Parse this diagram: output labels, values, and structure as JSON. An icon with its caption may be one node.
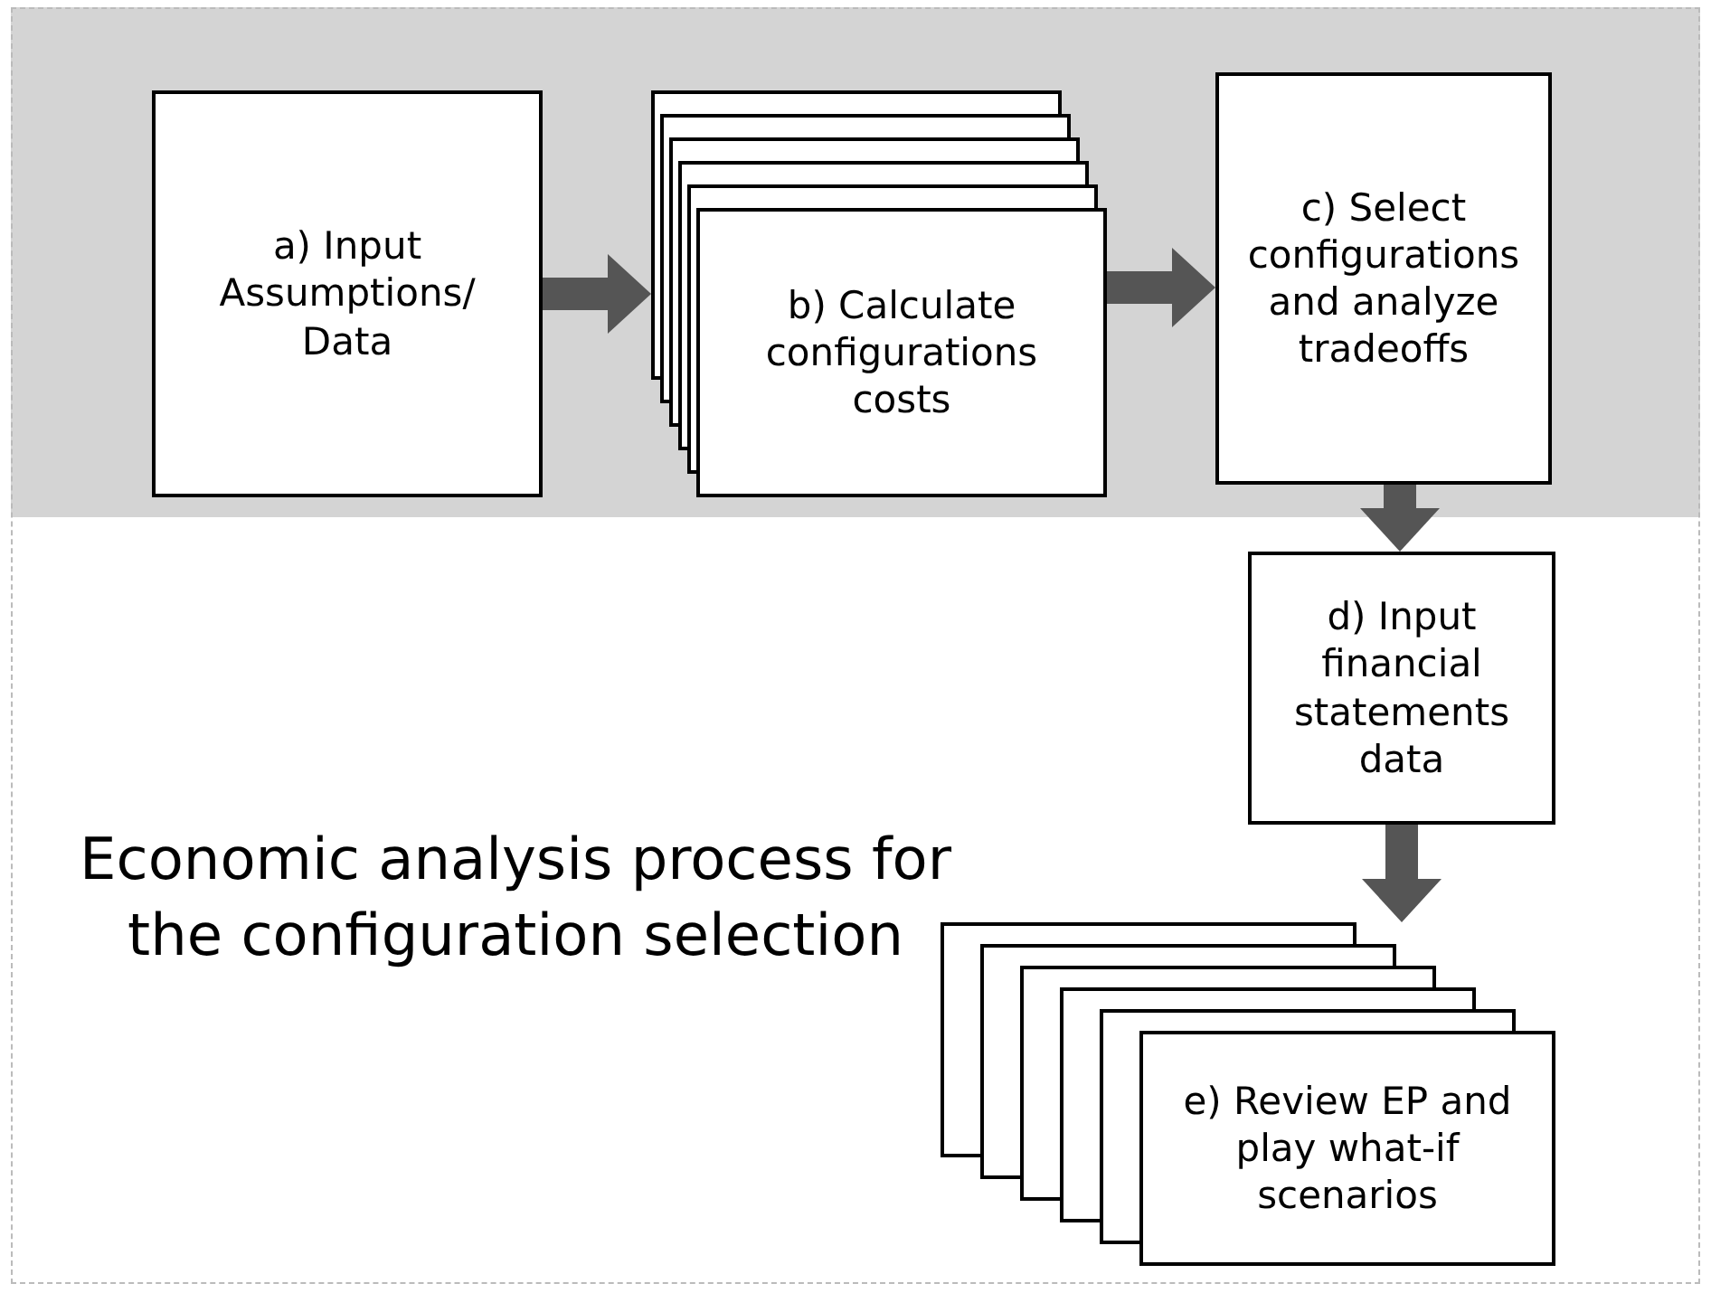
{
  "diagram": {
    "title": "Economic analysis process for the configuration selection",
    "nodes": [
      {
        "text": [
          "a) Input Assumptions/ Data"
        ]
      },
      {
        "text": [
          "b) Calculate configurations costs"
        ]
      },
      {
        "text": [
          "c) Select configurations and analyze tradeoffs"
        ]
      },
      {
        "text": [
          "d) Input financial statements data"
        ]
      },
      {
        "text": [
          "e) Review EP and play what-if scenarios"
        ]
      }
    ],
    "edges": [
      {
        "from": 0,
        "to": 1,
        "arrow": "to"
      },
      {
        "from": 1,
        "to": 2,
        "arrow": "to"
      },
      {
        "from": 2,
        "to": 3,
        "arrow": "to"
      },
      {
        "from": 3,
        "to": 4,
        "arrow": "to"
      }
    ]
  }
}
